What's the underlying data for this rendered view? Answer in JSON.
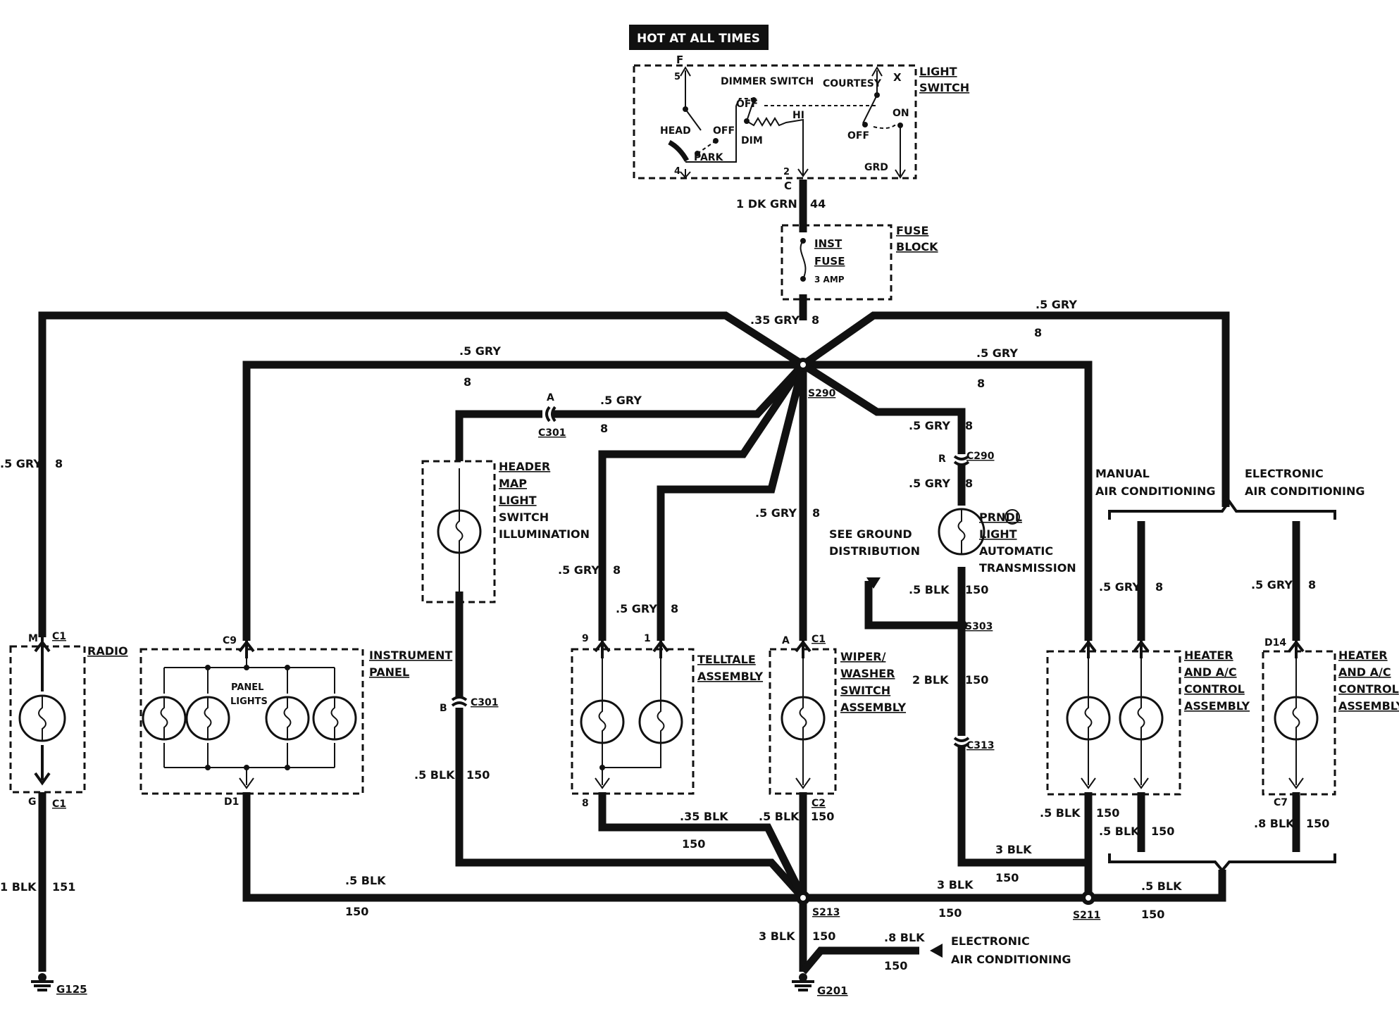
{
  "diagram": {
    "hot_label": "HOT AT ALL TIMES",
    "light_switch": {
      "title1": "LIGHT",
      "title2": "SWITCH",
      "pin_f": "F",
      "pin_5": "5",
      "pin_4": "4",
      "pin_2": "2",
      "pin_c": "C",
      "pin_x": "X",
      "dimmer": "DIMMER SWITCH",
      "courtesy": "COURTESY",
      "head": "HEAD",
      "off1": "OFF",
      "park": "PARK",
      "off2": "OFF",
      "dim": "DIM",
      "hi": "HI",
      "off3": "OFF",
      "on": "ON",
      "grd": "GRD"
    },
    "feed_wire": {
      "gauge": "1 DK GRN",
      "circuit": "44"
    },
    "fuse_block": {
      "title1": "FUSE",
      "title2": "BLOCK",
      "fuse1": "INST",
      "fuse2": "FUSE",
      "rating": "3 AMP"
    },
    "wires": {
      "top_center_gauge": ".35 GRY",
      "top_center_circ": "8",
      "top_right_gauge": ".5 GRY",
      "top_right_circ": "8",
      "left_upper_gauge": ".5 GRY",
      "left_upper_circ": "8",
      "right_upper_gauge": ".5 GRY",
      "right_upper_circ": "8",
      "radio_gauge": ".5 GRY",
      "radio_circ": "8",
      "c301_gauge": ".5 GRY",
      "c301_circ": "8",
      "telltale9_gauge": ".5 GRY",
      "telltale9_circ": "8",
      "telltale1_gauge": ".5 GRY",
      "telltale1_circ": "8",
      "wiper_gauge": ".5 GRY",
      "wiper_circ": "8",
      "prndl_top_gauge": ".5 GRY",
      "prndl_top_circ": "8",
      "prndl_mid_gauge": ".5 GRY",
      "prndl_mid_circ": "8",
      "manual_ac_gauge": ".5 GRY",
      "manual_ac_circ": "8",
      "elec_ac_gauge": ".5 GRY",
      "elec_ac_circ": "8",
      "prndl_gnd_gauge": ".5 BLK",
      "prndl_gnd_circ": "150",
      "s303_down_gauge": "2 BLK",
      "s303_down_circ": "150",
      "header_gnd_gauge": ".5 BLK",
      "header_gnd_circ": "150",
      "telltale_gnd_gauge": ".35 BLK",
      "telltale_gnd_circ": "150",
      "wiper_gnd_gauge": ".5 BLK",
      "wiper_gnd_circ": "150",
      "radio_gnd_gauge": "1 BLK",
      "radio_gnd_circ": "151",
      "panel_gnd_gauge": ".5 BLK",
      "panel_gnd_circ": "150",
      "c313_s211_gauge": "3 BLK",
      "c313_s211_circ": "150",
      "s211_s213_gauge": "3 BLK",
      "s211_s213_circ": "150",
      "manual_gnd1_gauge": ".5 BLK",
      "manual_gnd1_circ": "150",
      "manual_gnd2_gauge": ".5 BLK",
      "manual_gnd2_circ": "150",
      "elec_gnd_gauge": ".8 BLK",
      "elec_gnd_circ": "150",
      "elec_bus_gauge": ".5 BLK",
      "elec_bus_circ": "150",
      "s213_down_gauge": "3 BLK",
      "s213_down_circ": "150",
      "eac_in_gauge": ".8 BLK",
      "eac_in_circ": "150"
    },
    "splices": {
      "s290": "S290",
      "s213": "S213",
      "s211": "S211",
      "s303": "S303"
    },
    "connectors": {
      "c301_top_pin": "A",
      "c301_top": "C301",
      "c301_bot_pin": "B",
      "c301_bot": "C301",
      "c290_pin": "R",
      "c290": "C290",
      "c313": "C313",
      "radio_top_pin": "M",
      "radio_top": "C1",
      "radio_bot_pin": "G",
      "radio_bot": "C1",
      "panel_top": "C9",
      "panel_bot": "D1",
      "telltale_pin9": "9",
      "telltale_pin1": "1",
      "telltale_pin8": "8",
      "wiper_top_pin": "A",
      "wiper_top": "C1",
      "wiper_bot": "C2",
      "heater_d14": "D14",
      "heater_c7": "C7"
    },
    "components": {
      "radio": "RADIO",
      "panel1": "INSTRUMENT",
      "panel2": "PANEL",
      "panel_lights1": "PANEL",
      "panel_lights2": "LIGHTS",
      "header1": "HEADER",
      "header2": "MAP",
      "header3": "LIGHT",
      "header4": "SWITCH",
      "header5": "ILLUMINATION",
      "telltale1": "TELLTALE",
      "telltale2": "ASSEMBLY",
      "wiper1": "WIPER/",
      "wiper2": "WASHER",
      "wiper3": "SWITCH",
      "wiper4": "ASSEMBLY",
      "prndl1": "PRNDL",
      "prndl2": "LIGHT",
      "prndl3": "AUTOMATIC",
      "prndl4": "TRANSMISSION",
      "ground_dist1": "SEE GROUND",
      "ground_dist2": "DISTRIBUTION",
      "manual_ac1": "MANUAL",
      "manual_ac2": "AIR CONDITIONING",
      "elec_ac1": "ELECTRONIC",
      "elec_ac2": "AIR CONDITIONING",
      "hac1_1": "HEATER",
      "hac1_2": "AND A/C",
      "hac1_3": "CONTROL",
      "hac1_4": "ASSEMBLY",
      "hac2_1": "HEATER",
      "hac2_2": "AND A/C",
      "hac2_3": "CONTROL",
      "hac2_4": "ASSEMBLY",
      "eac_bottom1": "ELECTRONIC",
      "eac_bottom2": "AIR CONDITIONING"
    },
    "grounds": {
      "g125": "G125",
      "g201": "G201"
    }
  }
}
